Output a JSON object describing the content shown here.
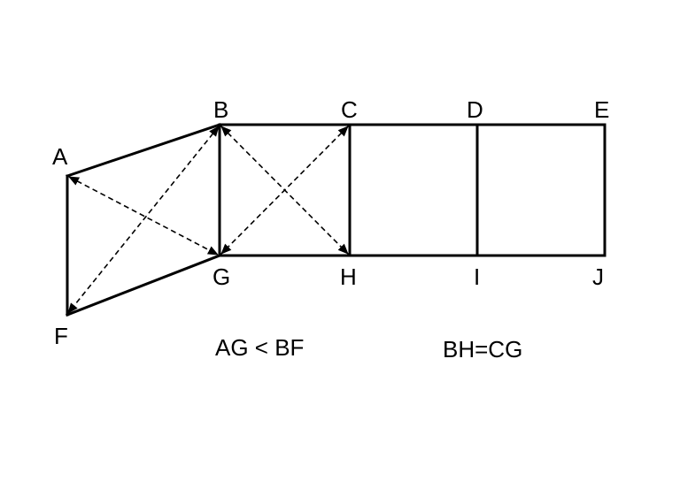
{
  "points": {
    "A": "A",
    "B": "B",
    "C": "C",
    "D": "D",
    "E": "E",
    "F": "F",
    "G": "G",
    "H": "H",
    "I": "I",
    "J": "J"
  },
  "captions": {
    "left": "AG < BF",
    "right": "BH=CG"
  },
  "colors": {
    "ink": "#000000",
    "background": "#ffffff"
  }
}
